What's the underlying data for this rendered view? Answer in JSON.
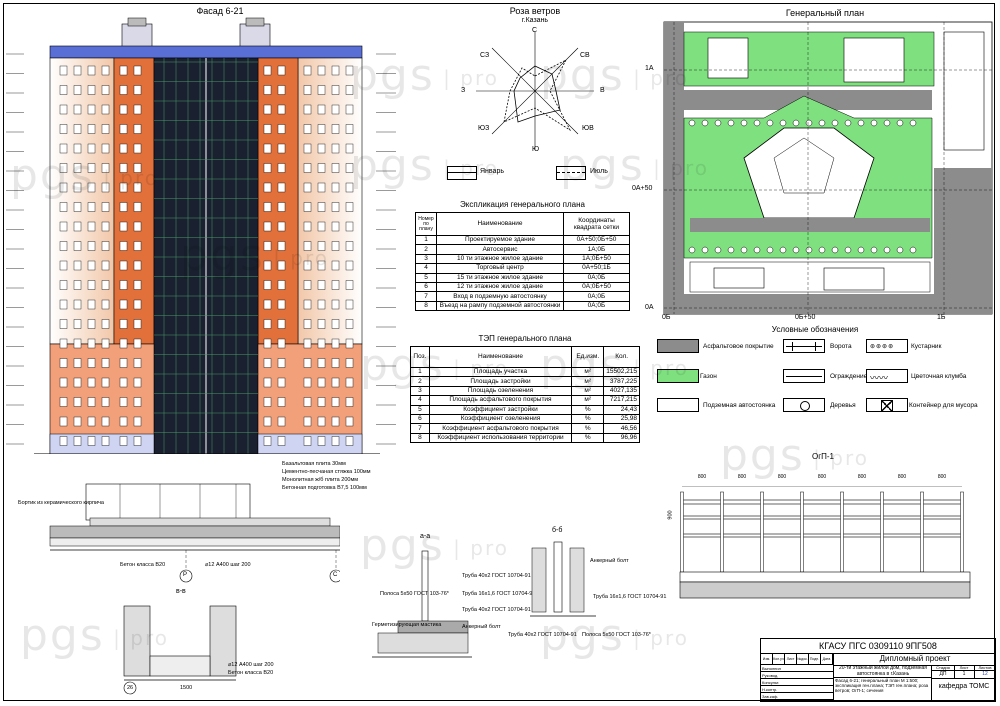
{
  "facade": {
    "title": "Фасад 6-21"
  },
  "wind_rose": {
    "title": "Роза ветров",
    "city": "г.Казань",
    "dirs": {
      "n": "С",
      "s": "Ю",
      "w": "З",
      "e": "В",
      "nw": "СЗ",
      "ne": "СВ",
      "sw": "ЮЗ",
      "se": "ЮВ"
    },
    "legend": {
      "jan": "Январь",
      "jul": "Июль"
    }
  },
  "explication": {
    "title": "Экспликация генерального плана",
    "headers": [
      "Номер по плану",
      "Наименование",
      "Координаты квадрата сетки"
    ],
    "rows": [
      [
        "1",
        "Проектируемое здание",
        "0А+50;0Б+50"
      ],
      [
        "2",
        "Автосервис",
        "1А;0Б"
      ],
      [
        "3",
        "10 ти этажное жилое здание",
        "1А;0Б+50"
      ],
      [
        "4",
        "Торговый центр",
        "0А+50;1Б"
      ],
      [
        "5",
        "15 ти этажное жилое здание",
        "0А;0Б"
      ],
      [
        "6",
        "12 ти этажное жилое здание",
        "0А;0Б+50"
      ],
      [
        "7",
        "Вход в подземную автостоянку",
        "0А;0Б"
      ],
      [
        "8",
        "Въезд на рампу подземной автостоянки",
        "0А;0Б"
      ]
    ]
  },
  "tep": {
    "title": "ТЭП генерального плана",
    "headers": [
      "Поз.",
      "Наименование",
      "Ед.изм.",
      "Кол."
    ],
    "rows": [
      [
        "1",
        "Площадь участка",
        "м²",
        "15502,215"
      ],
      [
        "2",
        "Площадь застройки",
        "м²",
        "3787,225"
      ],
      [
        "3",
        "Площадь озеленения",
        "м²",
        "4027,135"
      ],
      [
        "4",
        "Площадь асфальтового покрытия",
        "м²",
        "7217,215"
      ],
      [
        "5",
        "Коэффициент застройки",
        "%",
        "24,43"
      ],
      [
        "6",
        "Коэффициент озеленения",
        "%",
        "25,98"
      ],
      [
        "7",
        "Коэффициент асфальтового покрытия",
        "%",
        "46,56"
      ],
      [
        "8",
        "Коэффициент использования территории",
        "%",
        "96,96"
      ]
    ]
  },
  "site_plan": {
    "title": "Генеральный план",
    "grid": {
      "a1": "1А",
      "a050": "0А+50",
      "a0": "0А",
      "b0": "0Б",
      "b050": "0Б+50",
      "b1": "1Б"
    }
  },
  "legend": {
    "title": "Условные обозначения",
    "items": {
      "asphalt": "Асфальтовое покрытие",
      "gate": "Ворота",
      "shrub": "Кустарник",
      "lawn": "Газон",
      "fence": "Ограждение",
      "flowerbed": "Цветочная клумба",
      "parking": "Подземная автостоянка",
      "tree": "Деревья",
      "trash": "Контейнер для мусора"
    },
    "colors": {
      "asphalt": "#8c8c8c",
      "lawn": "#7fe07f"
    }
  },
  "section_detail": {
    "layers": [
      "Базальтовая плита 30мм",
      "Цементно-песчаная стяжка 100мм",
      "Монолитная ж/б плита 200мм",
      "Бетонная подготовка В7,5 100мм"
    ],
    "curb": "Бортик из керамического кирпича",
    "concrete": "Бетон класса В20",
    "rebar": "⌀12 А400 шаг 200",
    "axes": {
      "p": "P",
      "c": "C"
    }
  },
  "detail_v": {
    "label": "в-в",
    "rebar": "⌀12 А400 шаг 200",
    "concrete": "Бетон класса В20",
    "axis": "26",
    "dim": "1500"
  },
  "detail_a": {
    "label": "а-а",
    "notes": [
      "Труба 40х2 ГОСТ 10704-91",
      "Полоса 5х50 ГОСТ 103-76*",
      "Труба 16х1,6 ГОСТ 10704-91",
      "Труба 40х2 ГОСТ 10704-91",
      "Герметизирующая мастика",
      "Анкерный болт"
    ]
  },
  "detail_b": {
    "label": "б-б",
    "notes": [
      "Анкерный болт",
      "Труба 16х1,6 ГОСТ 10704-91",
      "Труба 40х2 ГОСТ 10704-91",
      "Полоса 5х50 ГОСТ 103-76*"
    ]
  },
  "fence": {
    "title": "ОгП-1",
    "dims": [
      "800",
      "800",
      "800",
      "800",
      "800",
      "800",
      "800"
    ],
    "height": "900"
  },
  "title_block": {
    "code": "КГАСУ ПГС 0309110 9ПГ508",
    "project": "Дипломный проект",
    "desc": "20-ти этажный жилой дом, подземная автостоянка в г.Казань",
    "sheet_content": "Фасад 6-21; генеральный план М 1:500; экспликация ген.плана; ТЭП ген.плана; роза ветров; ОгП-1; сечения",
    "stage": "ДП",
    "sheet": "1",
    "sheets": "12",
    "dept": "кафедра ТОМС",
    "roles": [
      "Выполнил",
      "Руковод.",
      "Консульт.",
      "Н.контр.",
      "Зав.каф."
    ],
    "cols": [
      "Изм.",
      "Кол.уч",
      "Лист",
      "№док.",
      "Подп.",
      "Дата"
    ],
    "col_stage": "Стадия",
    "col_sheet": "Лист",
    "col_sheets": "Листов"
  },
  "watermark": {
    "text": "pgs",
    "sub": "pro"
  }
}
